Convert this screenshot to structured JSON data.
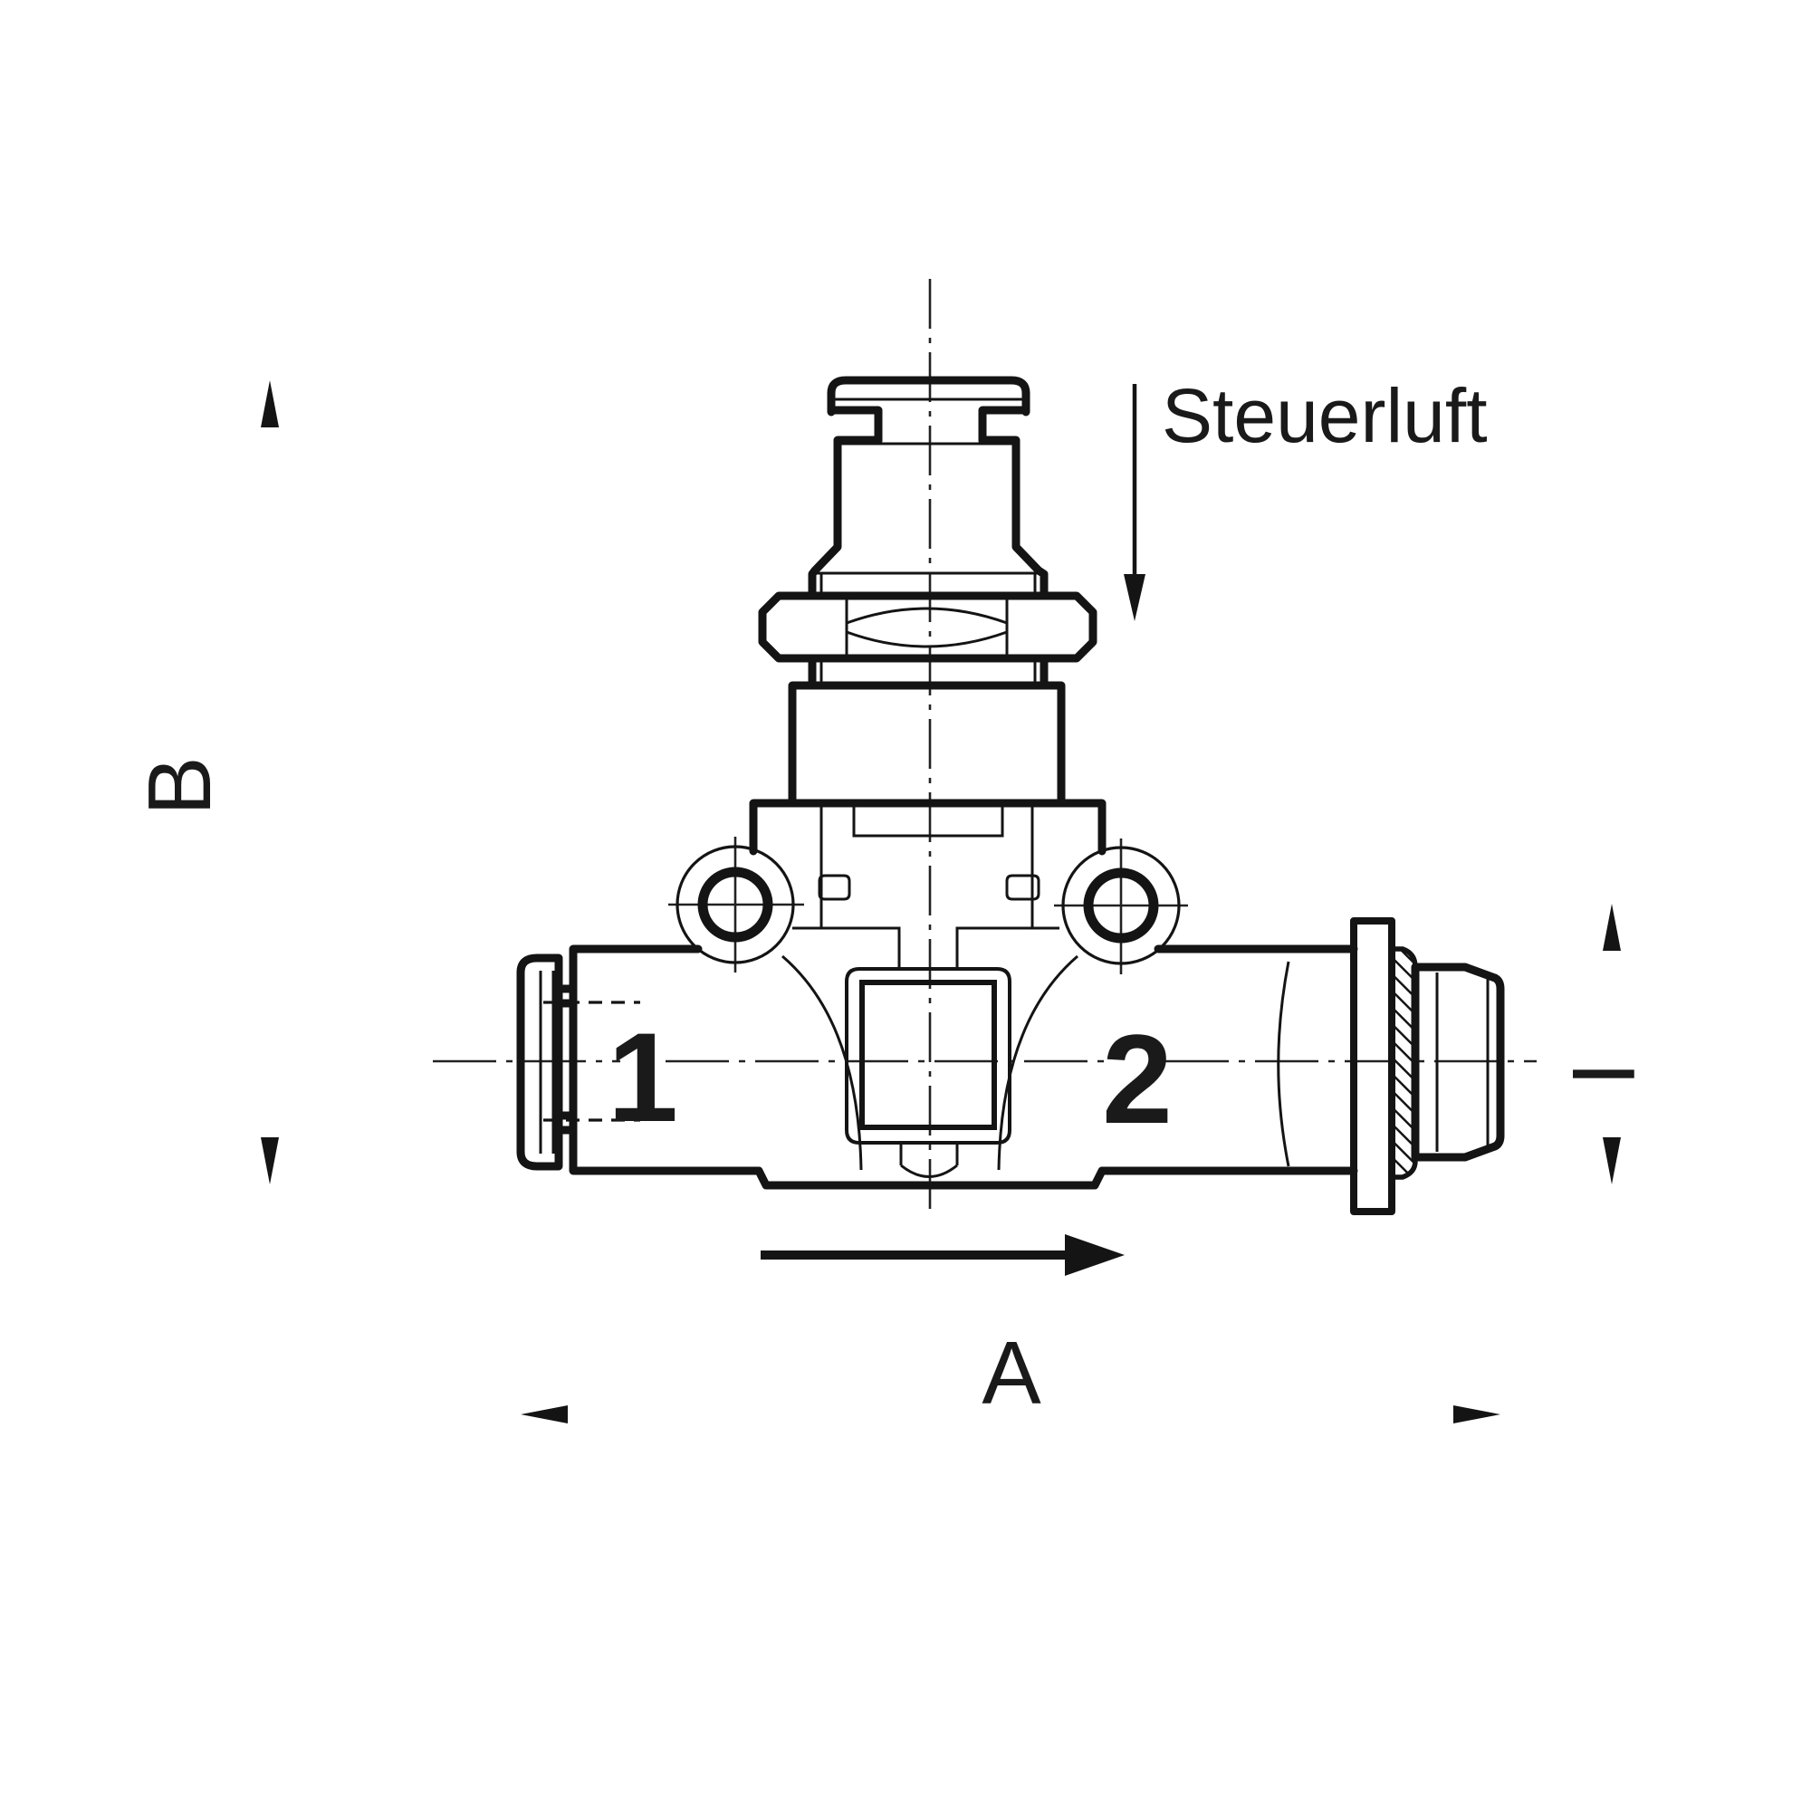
{
  "drawing": {
    "control_air_label": "Steuerluft",
    "height_dim_label": "B",
    "length_dim_label": "A",
    "thread_dim_label": "I",
    "port_inlet_label": "1",
    "port_outlet_label": "2"
  },
  "colors": {
    "background": "#ffffff",
    "outline": "#141414",
    "dimension_line": "#6f6f6f",
    "text": "#1a1a1a"
  }
}
